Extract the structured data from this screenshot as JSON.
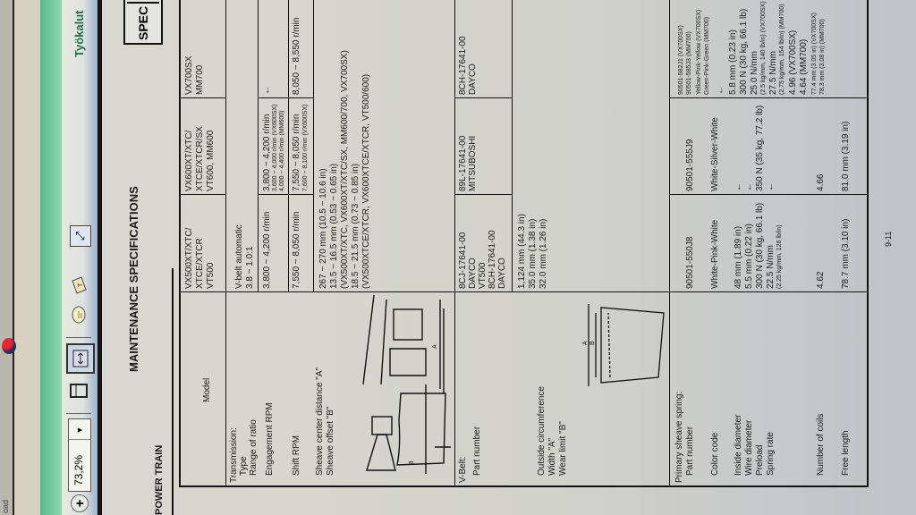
{
  "desktop": {
    "partial_label": "oad"
  },
  "toolbar": {
    "zoom_value": "73,2%",
    "tools_label": "Työkalut"
  },
  "document": {
    "section": "POWER TRAIN",
    "title": "MAINTENANCE SPECIFICATIONS",
    "spec_badge": "SPEC",
    "page_number": "9-11",
    "header": {
      "model_label": "Model",
      "col2": [
        "VX500XT/XTC/",
        "XTCE/XTCR",
        "VT500"
      ],
      "col3": [
        "VX600XT/XTC/",
        "XTCE/XTCR/SX",
        "VT600, MM600"
      ],
      "col4": [
        "VX700SX",
        "MM700"
      ]
    },
    "transmission": {
      "labels": [
        "Transmission:",
        "Type",
        "Range of ratio",
        "Engagement RPM",
        "Shift RPM",
        "Sheave center distance \"A\"",
        "Sheave offset \"B\""
      ],
      "type": "V-belt automatic",
      "ratio": "3.8 ~ 1.0:1",
      "engagement": {
        "col2": "3,800 ~ 4,200 r/min",
        "col3": "3,800 ~ 4,200 r/min",
        "col3_notes": [
          "3,600 ~ 4,000 r/min (VX600SX)",
          "4,000 ~ 4,400 r/min (MM600)"
        ],
        "col4": "←"
      },
      "shift": {
        "col2": "7,550 ~ 8,050 r/min",
        "col3": "7,550 ~ 8,050 r/min",
        "col3_note": "7,600 ~ 8,100 r/min (VX600SX)",
        "col4": "8,050 ~ 8,550 r/min"
      },
      "sheave_values": [
        "267 ~ 270 mm (10.5 ~ 10.6 in)",
        "13.5 ~ 16.5 mm (0.53 ~ 0.65 in)",
        "(VX500XT/XTC, VX600XT/XTC/SX, MM600/700, VX700SX)",
        "18.5 ~ 21.5 mm (0.73 ~ 0.85 in)",
        "(VX500XTCE/XTCR, VX600XTCE/XTCR, VT500/600)"
      ],
      "diagram_labels": [
        "A",
        "B"
      ]
    },
    "vbelt": {
      "labels": [
        "V-Belt:",
        "Part number",
        "Outside circumference",
        "Width \"A\"",
        "Wear limit \"B\""
      ],
      "col2_parts": [
        "8CJ-17641-00",
        "DAYCO",
        "VT500",
        "8CH-17641-00",
        "DAYCO"
      ],
      "col3_parts": [
        "89L-17641-00",
        "MITSUBOSHI"
      ],
      "col4_parts": [
        "8CH-17641-00",
        "DAYCO"
      ],
      "dimensions": [
        "1,124 mm (44.3 in)",
        "35.0 mm (1.38 in)",
        "32.0 mm (1.26 in)"
      ],
      "diagram_labels": [
        "A",
        "B"
      ]
    },
    "spring": {
      "labels": [
        "Primary sheave spring:",
        "Part number",
        "Color code",
        "Inside diameter",
        "Wire diameter",
        "Preload",
        "Spring rate",
        "Number of coils",
        "Free length"
      ],
      "col2": [
        "90501-550J8",
        "White-Pink-White",
        "48 mm (1.89 in)",
        "5.5 mm (0.22 in)",
        "300 N (30 kg, 66.1 lb)",
        "22.5 N/mm",
        "(2.25 kg/mm, 126 lb/in)",
        "4.62",
        "78.7 mm (3.10 in)"
      ],
      "col3": [
        "90501-555J9",
        "White-Silver-White",
        "←",
        "←",
        "350 N (35 kg, 77.2 lb)",
        "←",
        "4.66",
        "81.0 mm (3.19 in)"
      ],
      "col4": [
        "90501-582J1 (VX700SX)",
        "90501-585J3 (MM700)",
        "Yellow-Pink-Yellow (VX700SX)",
        "Green-Pink-Green (MM700)",
        "←",
        "5.8 mm (0.23 in)",
        "300 N (30 kg, 66.1 lb)",
        "25.0 N/mm",
        "(2.5 kg/mm, 140 lb/in) (VX700SX)",
        "27.5 N/mm",
        "(2.75 kg/mm, 154 lb/in) (MM700)",
        "4.96 (VX700SX)",
        "4.64 (MM700)",
        "77.4 mm (3.05 in) (VX700SX)",
        "78.3 mm (3.08 in) (MM700)"
      ]
    }
  }
}
